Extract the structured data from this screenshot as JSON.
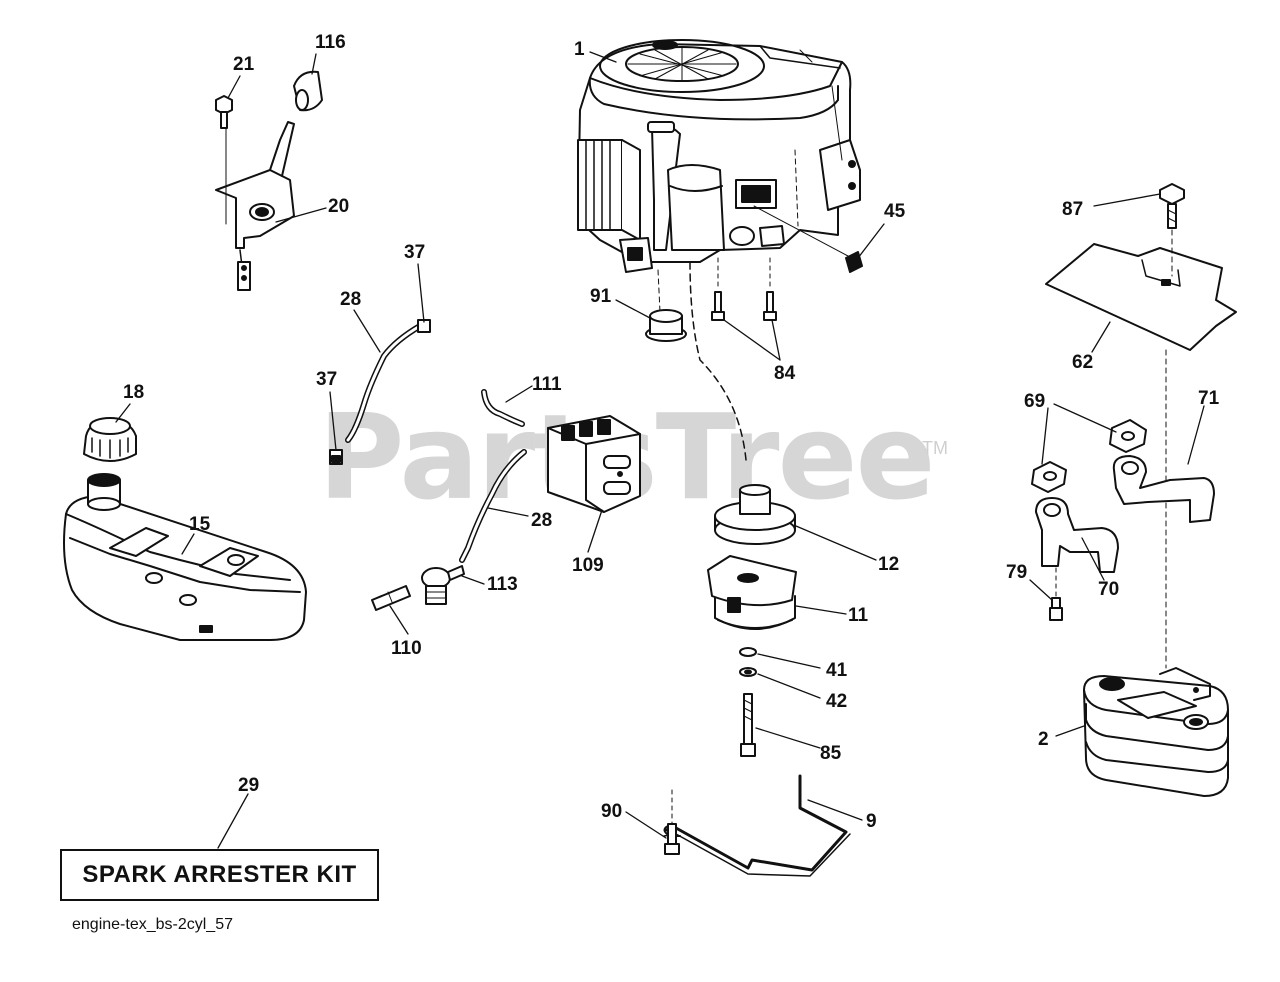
{
  "diagram": {
    "watermark": "PartsTree",
    "watermark_mark": "TM",
    "kit_label": "SPARK ARRESTER KIT",
    "footer_code": "engine-tex_bs-2cyl_57",
    "callouts": {
      "c1": "1",
      "c116": "116",
      "c21": "21",
      "c20": "20",
      "c37a": "37",
      "c28a": "28",
      "c37b": "37",
      "c18": "18",
      "c15": "15",
      "c111": "111",
      "c28b": "28",
      "c109": "109",
      "c113": "113",
      "c110": "110",
      "c91": "91",
      "c84": "84",
      "c45": "45",
      "c12": "12",
      "c11": "11",
      "c41": "41",
      "c42": "42",
      "c85": "85",
      "c90": "90",
      "c9": "9",
      "c87": "87",
      "c62": "62",
      "c69": "69",
      "c71": "71",
      "c79": "79",
      "c70": "70",
      "c2": "2",
      "c29": "29"
    }
  }
}
